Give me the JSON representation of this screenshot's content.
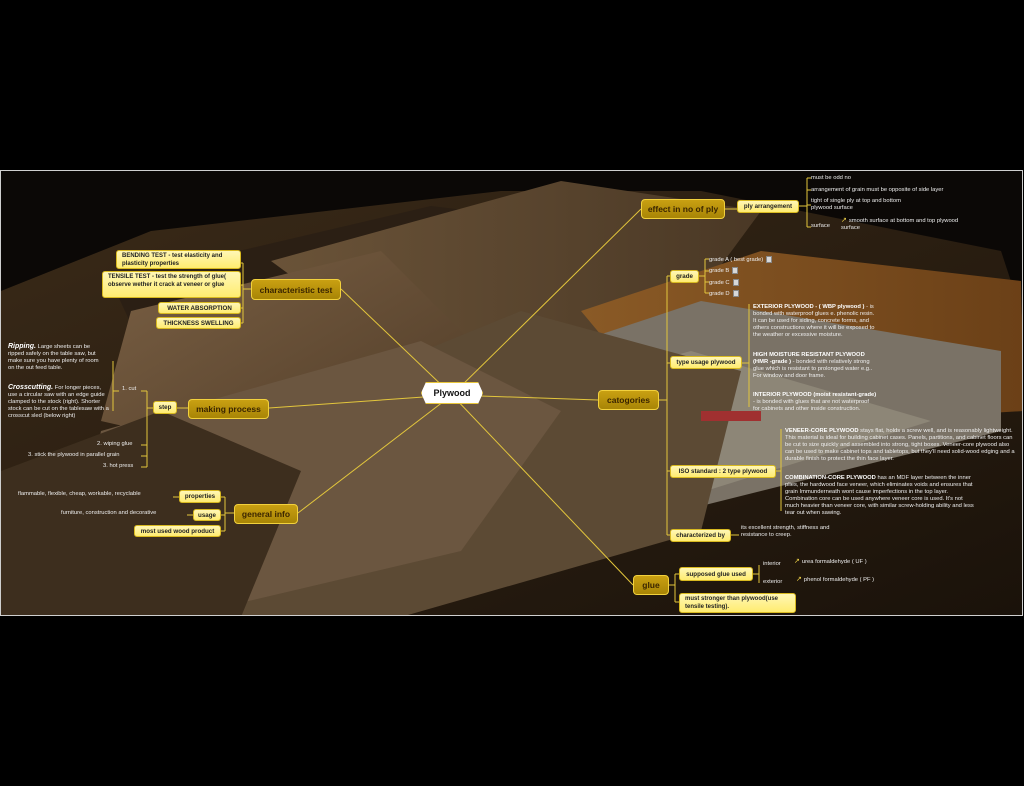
{
  "root": "Plywood",
  "characteristic_test": {
    "label": "characteristic test",
    "items": [
      "BENDING TEST - test elasticity and plasticity properties",
      "TENSILE TEST - test the strength of glue( observe wether it crack at veneer or glue",
      "WATER ABSORPTION",
      "THICKNESS SWELLING"
    ]
  },
  "making_process": {
    "label": "making process",
    "step": "step",
    "steps": [
      "1. cut",
      "2. wiping glue",
      "3. stick the plywood in parallel grain",
      "3. hot press"
    ],
    "ripping_title": "Ripping.",
    "ripping_text": "Large sheets can be ripped safely on the table saw, but make sure you have plenty of room on the out feed table.",
    "crosscutting_title": "Crosscutting.",
    "crosscutting_text": "For longer pieces, use a circular saw with an edge guide clamped to the stock (right). Shorter stock can be cut on the tablesaw with a crosscut sled (below right)"
  },
  "general_info": {
    "label": "general info",
    "properties_label": "properties",
    "properties_text": "flammable, flexible, cheap, workable, recyclable",
    "usage_label": "usage",
    "usage_text": "furniture, construction and decorative",
    "most_used": "most used wood product"
  },
  "effect": {
    "label": "effect in no of ply",
    "ply_arrangement": "ply arrangement",
    "items": [
      "must be odd no",
      "arrangement of grain must be opposite of side layer",
      "tight of single ply at top and bottom plywood surface"
    ],
    "surface_label": "surface",
    "surface_text": "smooth surface at bottom and top plywood surface"
  },
  "categories": {
    "label": "catogories",
    "grade": "grade",
    "grades": [
      "grade A ( best grade)",
      "grade B",
      "grade C",
      "grade D"
    ],
    "type_usage": "type usage plywood",
    "exterior_title": "EXTERIOR PLYWOOD - ( WBP plywood )",
    "exterior_text": "- is bonded with waterproof glues e. phenolic resin. It can be used for siding, concrete forms, and others constructions where it will be exposed to the weather or excessive moisture.",
    "hmr_title": "HIGH MOISTURE RESISTANT PLYWOOD (HMR -grade )",
    "hmr_text": "- bonded with relatively strong glue which is resistant to prolonged water e.g.. For window and door frame.",
    "interior_title": "INTERIOR PLYWOOD (moist resistant-grade)",
    "interior_text": "- is bonded with glues that are not waterproof for cabinets and other inside construction.",
    "iso": "ISO standard : 2 type plywood",
    "veneer_title": "VENEER-CORE PLYWOOD",
    "veneer_text": "stays flat, holds a screw well, and is reasonably lightweight. This material is ideal for building cabinet cases. Panels, partitions, and cabinet floors can be cut to size quickly and assembled into strong, tight boxes. Veneer-core plywood also can be used to make cabinet tops and tabletops, but they'll need solid-wood edging and a durable finish to protect the thin face layer.",
    "combo_title": "COMBINATION-CORE PLYWOOD",
    "combo_text": "has an MDF layer between the inner plies, the hardwood face veneer, which eliminates voids and ensures that grain Immunderneath wont cause imperfections in the top layer. Combination core can be used anywhere veneer core is used. It's not much heavier than veneer core, with similar screw-holding ability and less tear out when sawing.",
    "characterized": "characterized by",
    "characterized_text": "its excellent strength, stiffness and resistance to creep."
  },
  "glue": {
    "label": "glue",
    "supposed": "supposed glue used",
    "interior": "interior",
    "interior_text": "urea formaldehyde ( UF )",
    "exterior": "exterior",
    "exterior_text": "phenol formaldehyde ( PF )",
    "stronger": "must stronger than plywood(use tensile testing)."
  }
}
